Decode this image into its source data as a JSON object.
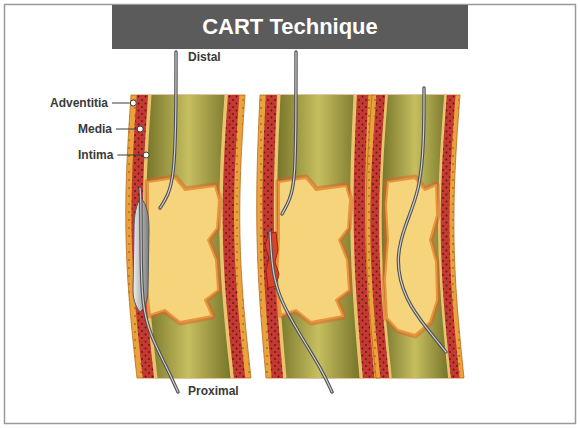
{
  "diagram": {
    "title": "CART Technique",
    "labels": [
      "Distal",
      "Adventitia",
      "Media",
      "Intima",
      "Proximal"
    ]
  }
}
